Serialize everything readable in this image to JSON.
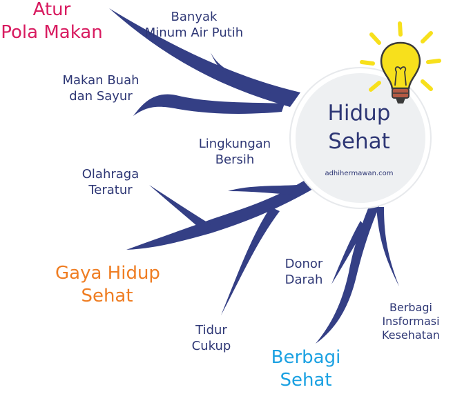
{
  "center": {
    "title_line1": "Hidup",
    "title_line2": "Sehat",
    "url": "adhihermawan.com",
    "icon": "lightbulb-icon"
  },
  "categories": {
    "pola_makan": {
      "line1": "Atur",
      "line2": "Pola Makan",
      "color": "#d81b60"
    },
    "gaya_hidup": {
      "line1": "Gaya Hidup",
      "line2": "Sehat",
      "color": "#ef7d22"
    },
    "berbagi": {
      "line1": "Berbagi",
      "line2": "Sehat",
      "color": "#1ba1e2"
    }
  },
  "subtopics": {
    "minum_air": {
      "line1": "Banyak",
      "line2": "Minum Air Putih"
    },
    "buah_sayur": {
      "line1": "Makan Buah",
      "line2": "dan Sayur"
    },
    "lingkungan": {
      "line1": "Lingkungan",
      "line2": "Bersih"
    },
    "olahraga": {
      "line1": "Olahraga",
      "line2": "Teratur"
    },
    "tidur": {
      "line1": "Tidur",
      "line2": "Cukup"
    },
    "donor": {
      "line1": "Donor",
      "line2": "Darah"
    },
    "informasi": {
      "line1": "Berbagi",
      "line2": "Insformasi",
      "line3": "Kesehatan"
    }
  },
  "colors": {
    "branch": "#343f85",
    "text": "#2e3775",
    "bulb": "#f7e01c",
    "circle_fill": "#eef0f2",
    "circle_ring": "#ffffff"
  }
}
